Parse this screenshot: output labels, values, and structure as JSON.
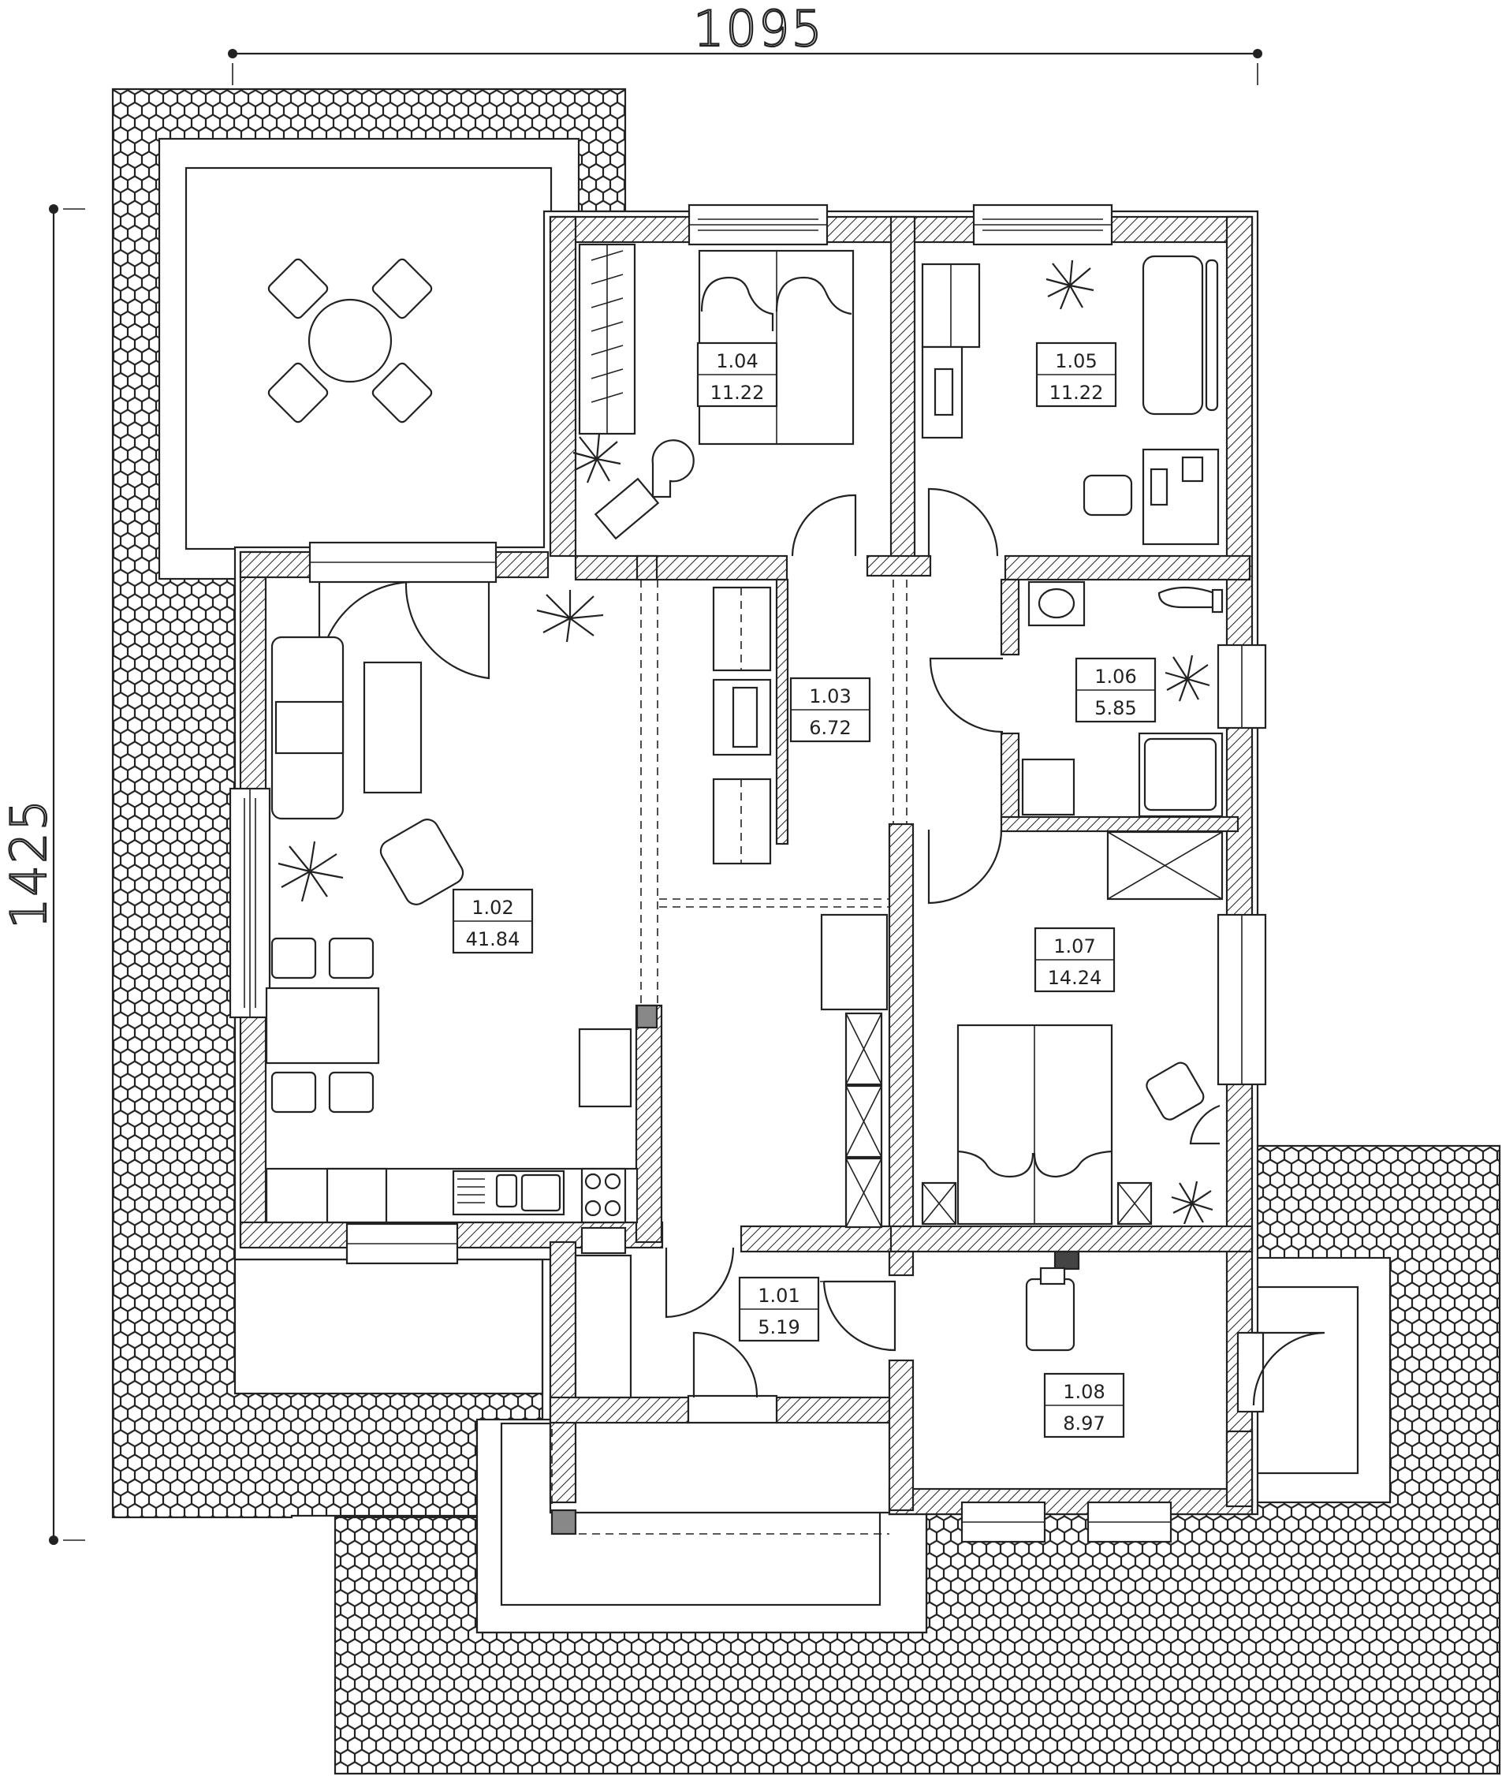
{
  "dimensions": {
    "width_label": "1095",
    "height_label": "1425"
  },
  "rooms": [
    {
      "id": "1.01",
      "area": "5.19"
    },
    {
      "id": "1.02",
      "area": "41.84"
    },
    {
      "id": "1.03",
      "area": "6.72"
    },
    {
      "id": "1.04",
      "area": "11.22"
    },
    {
      "id": "1.05",
      "area": "11.22"
    },
    {
      "id": "1.06",
      "area": "5.85"
    },
    {
      "id": "1.07",
      "area": "14.24"
    },
    {
      "id": "1.08",
      "area": "8.97"
    }
  ]
}
